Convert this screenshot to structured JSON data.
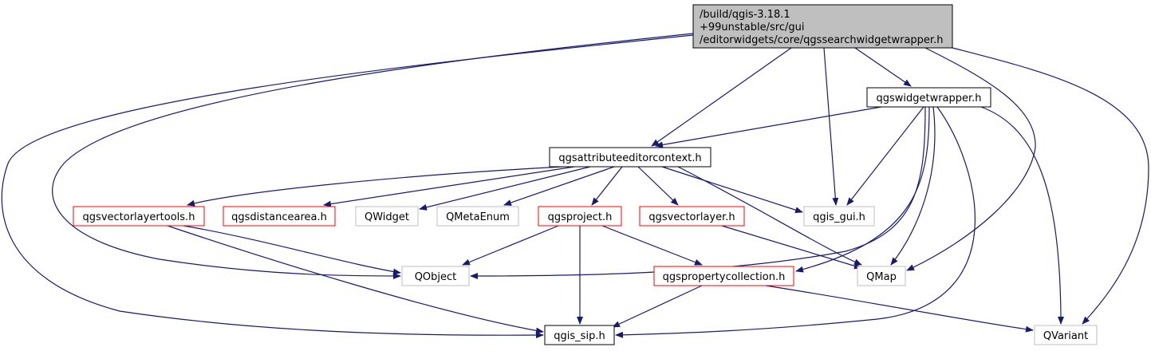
{
  "colors": {
    "edge": "#191970",
    "root_fill": "#bfbfbf",
    "root_stroke": "#000000",
    "documented_stroke": "#000000",
    "red_stroke": "#ff0000",
    "external_stroke": "#bfbfbf",
    "text": "#000000",
    "background": "#ffffff"
  },
  "nodes": {
    "root": {
      "lines": [
        "/build/qgis-3.18.1",
        "+99unstable/src/gui",
        "/editorwidgets/core/qgssearchwidgetwrapper.h"
      ],
      "kind": "root"
    },
    "widgetwrapper": {
      "label": "qgswidgetwrapper.h",
      "kind": "documented"
    },
    "attrctx": {
      "label": "qgsattributeeditorcontext.h",
      "kind": "documented"
    },
    "vltools": {
      "label": "qgsvectorlayertools.h",
      "kind": "red"
    },
    "distarea": {
      "label": "qgsdistancearea.h",
      "kind": "red"
    },
    "qwidget": {
      "label": "QWidget",
      "kind": "external"
    },
    "qmetaenum": {
      "label": "QMetaEnum",
      "kind": "external"
    },
    "project": {
      "label": "qgsproject.h",
      "kind": "red"
    },
    "vlayer": {
      "label": "qgsvectorlayer.h",
      "kind": "red"
    },
    "gui": {
      "label": "qgis_gui.h",
      "kind": "external"
    },
    "qobject": {
      "label": "QObject",
      "kind": "external"
    },
    "propcoll": {
      "label": "qgspropertycollection.h",
      "kind": "red"
    },
    "qmap": {
      "label": "QMap",
      "kind": "external"
    },
    "sip": {
      "label": "qgis_sip.h",
      "kind": "documented"
    },
    "qvariant": {
      "label": "QVariant",
      "kind": "external"
    }
  },
  "edges": [
    [
      "root",
      "widgetwrapper"
    ],
    [
      "root",
      "attrctx"
    ],
    [
      "root",
      "gui"
    ],
    [
      "root",
      "qobject"
    ],
    [
      "root",
      "qmap"
    ],
    [
      "root",
      "sip"
    ],
    [
      "root",
      "qvariant"
    ],
    [
      "widgetwrapper",
      "attrctx"
    ],
    [
      "widgetwrapper",
      "gui"
    ],
    [
      "widgetwrapper",
      "qobject"
    ],
    [
      "widgetwrapper",
      "propcoll"
    ],
    [
      "widgetwrapper",
      "qmap"
    ],
    [
      "widgetwrapper",
      "sip"
    ],
    [
      "widgetwrapper",
      "qvariant"
    ],
    [
      "attrctx",
      "vltools"
    ],
    [
      "attrctx",
      "distarea"
    ],
    [
      "attrctx",
      "qwidget"
    ],
    [
      "attrctx",
      "qmetaenum"
    ],
    [
      "attrctx",
      "project"
    ],
    [
      "attrctx",
      "vlayer"
    ],
    [
      "attrctx",
      "gui"
    ],
    [
      "attrctx",
      "qmap"
    ],
    [
      "vltools",
      "qobject"
    ],
    [
      "vltools",
      "sip"
    ],
    [
      "project",
      "qobject"
    ],
    [
      "project",
      "propcoll"
    ],
    [
      "project",
      "sip"
    ],
    [
      "vlayer",
      "qmap"
    ],
    [
      "propcoll",
      "sip"
    ],
    [
      "propcoll",
      "qvariant"
    ]
  ]
}
